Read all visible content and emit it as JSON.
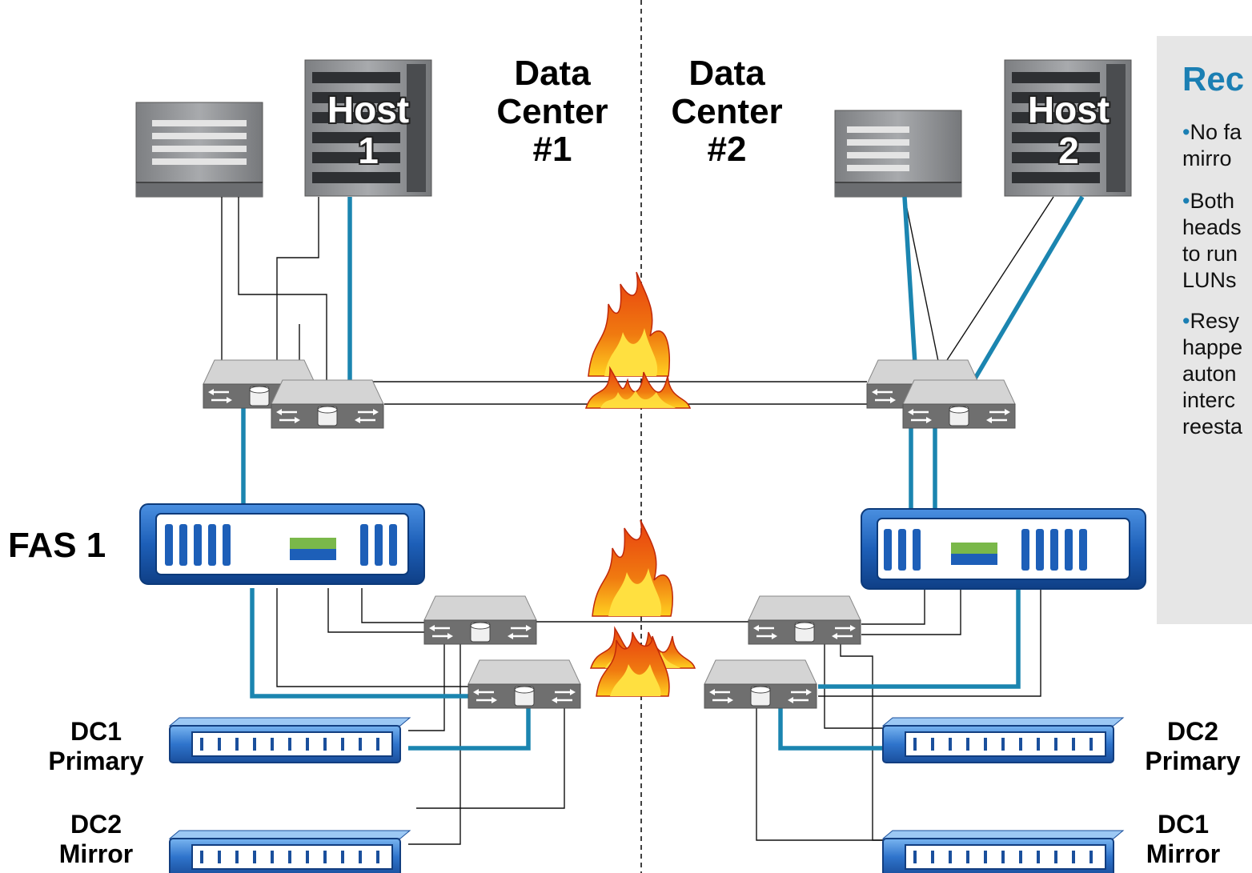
{
  "labels": {
    "host1": "Host\n1",
    "host2": "Host\n2",
    "dc1": "Data\nCenter\n#1",
    "dc2": "Data\nCenter\n#2",
    "fas1": "FAS 1",
    "dc1_primary": "DC1\nPrimary",
    "dc2_mirror": "DC2\nMirror",
    "dc2_primary": "DC2\nPrimary",
    "dc1_mirror": "DC1\nMirror"
  },
  "panel": {
    "title": "Rec",
    "bullets": [
      {
        "dot": "•",
        "text": "No fa\nmirro"
      },
      {
        "dot": "•",
        "text": "Both\nheads\nto run\nLUNs"
      },
      {
        "dot": "•",
        "text": "Resy\nhappe\nauton\ninterc\nreesta"
      }
    ]
  },
  "colors": {
    "link_blue": "#1b85b0",
    "panel_bg": "#e6e6e6",
    "title_blue": "#1b7fb3",
    "fas_blue": "#1d5fb8"
  }
}
